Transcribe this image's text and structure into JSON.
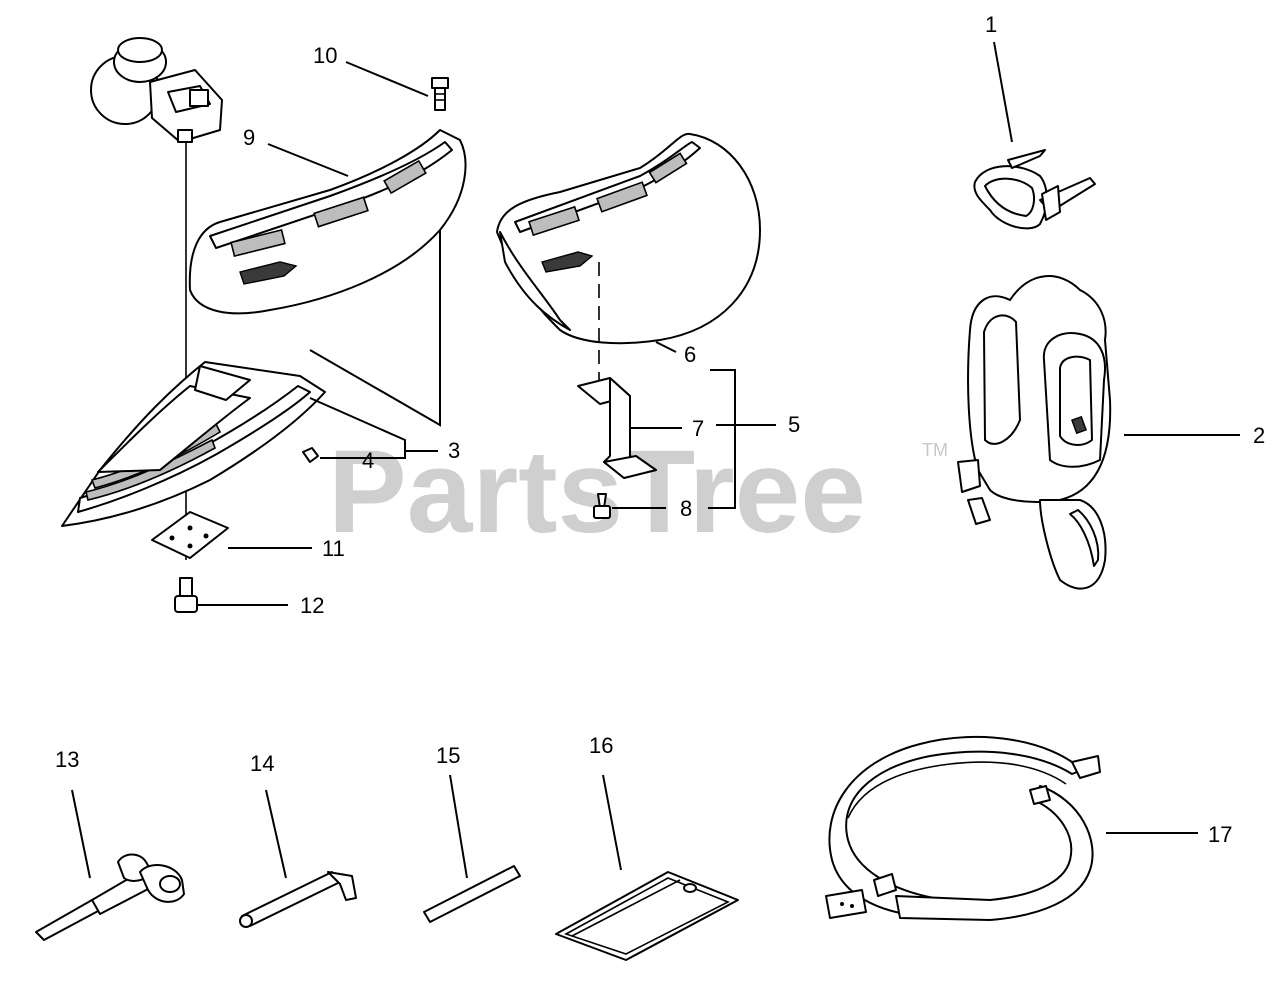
{
  "watermark": {
    "text": "PartsTree",
    "trademark": "TM"
  },
  "callouts": {
    "c1": "1",
    "c2": "2",
    "c3": "3",
    "c4": "4",
    "c5": "5",
    "c6": "6",
    "c7": "7",
    "c8": "8",
    "c9": "9",
    "c10": "10",
    "c11": "11",
    "c12": "12",
    "c13": "13",
    "c14": "14",
    "c15": "15",
    "c16": "16",
    "c17": "17"
  }
}
